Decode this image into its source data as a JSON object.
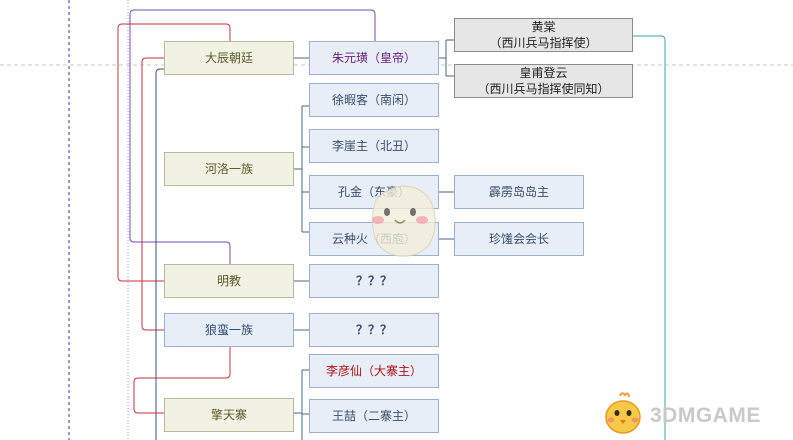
{
  "colors": {
    "link": "#4a6789",
    "red": "#c8323c",
    "purple": "#7a4aa8",
    "navy": "#3c4a8c",
    "teal": "#3aa3b8",
    "guide_dashed": "#3a3a9a",
    "guide_dotted": "#9a9aee",
    "divider": "#c8c8c8"
  },
  "nodes": {
    "dachen": "大辰朝廷",
    "zhuyuanyan": "朱元璜（皇帝）",
    "huangtang_name": "黄棠",
    "huangtang_title": "（西川兵马指挥使）",
    "huangfu_name": "皇甫登云",
    "huangfu_title": "（西川兵马指挥使同知）",
    "heluo": "河洛一族",
    "xuxiake": "徐暇客（南闲）",
    "liyazhu": "李崖主（北丑）",
    "kongjin": "孔金（东豪）",
    "pilidao": "霹雳岛岛主",
    "yunzhonghuo": "云种火（西庖）",
    "zhenyao": "珍馐会会长",
    "mingjiao": "明教",
    "mingjiao_child": "？？？",
    "langman": "狼蛮一族",
    "langman_child": "？？？",
    "qingtian": "擎天寨",
    "liyanxian": "李彦仙（大寨主）",
    "wangzhe": "王喆（二寨主）"
  },
  "watermark": "3DMGAME"
}
